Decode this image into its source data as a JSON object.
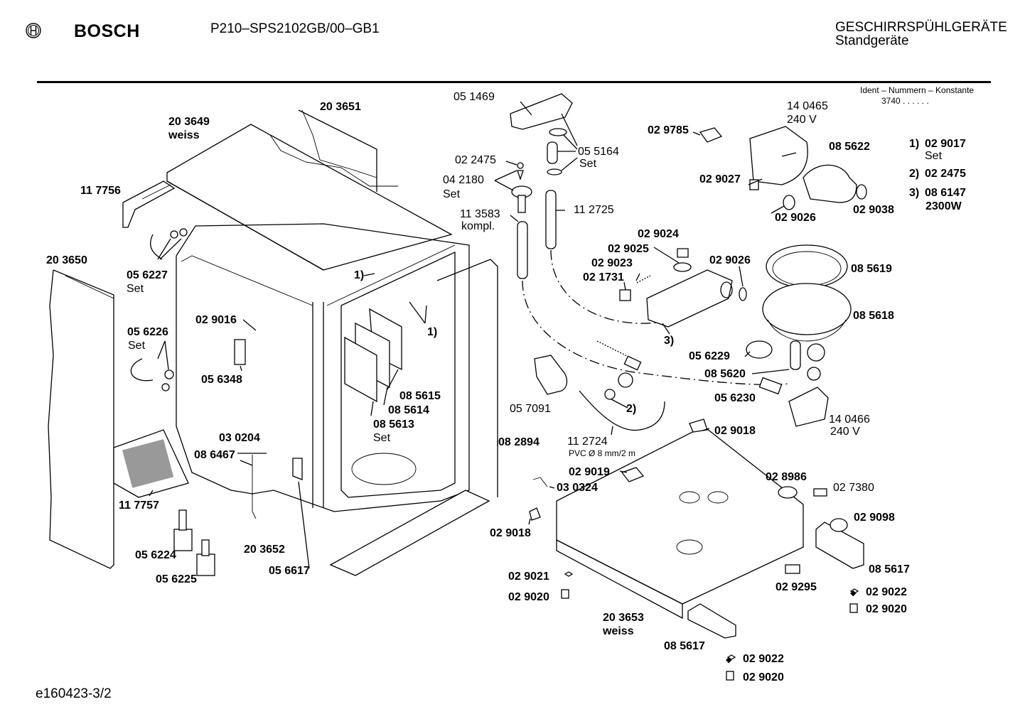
{
  "header": {
    "brand": "BOSCH",
    "model": "P210–SPS2102GB/00–GB1",
    "category": "GESCHIRRSPÜHLGERÄTE",
    "subcategory": "Standgeräte",
    "ident_label": "Ident – Nummern – Konstante",
    "ident_value": "3740 .  .    .  .  .  ."
  },
  "footnotes": [
    {
      "key": "1)",
      "part": "02 9017",
      "note": "Set"
    },
    {
      "key": "2)",
      "part": "02 2475",
      "note": ""
    },
    {
      "key": "3)",
      "part": "08 6147",
      "note": "2300W"
    }
  ],
  "footer": {
    "doc_id": "e160423-3/2"
  },
  "parts": {
    "p203651": {
      "num": "20 3651"
    },
    "p203649": {
      "num": "20 3649",
      "note": "weiss"
    },
    "p117756": {
      "num": "11 7756"
    },
    "p203650": {
      "num": "20 3650"
    },
    "p056227": {
      "num": "05 6227",
      "note": "Set"
    },
    "p056226": {
      "num": "05 6226",
      "note": "Set"
    },
    "p029016": {
      "num": "02 9016"
    },
    "p056348": {
      "num": "05 6348"
    },
    "p030204": {
      "num": "03 0204"
    },
    "p086467": {
      "num": "08 6467"
    },
    "p117757": {
      "num": "11 7757"
    },
    "p056224": {
      "num": "05 6224"
    },
    "p056225": {
      "num": "05 6225"
    },
    "p203652": {
      "num": "20 3652"
    },
    "p056617": {
      "num": "05 6617"
    },
    "ref1a": {
      "num": "1)"
    },
    "ref1b": {
      "num": "1)"
    },
    "p085615": {
      "num": "08 5615"
    },
    "p085614": {
      "num": "08 5614"
    },
    "p085613": {
      "num": "08 5613",
      "note": "Set"
    },
    "p082894": {
      "num": "08 2894"
    },
    "p051469": {
      "num": "05 1469"
    },
    "p055164": {
      "num": "05 5164",
      "note": "Set"
    },
    "p022475": {
      "num": "02 2475"
    },
    "p042180": {
      "num": "04 2180",
      "note": "Set"
    },
    "p113583": {
      "num": "11 3583",
      "note": "kompl."
    },
    "p112725": {
      "num": "11 2725"
    },
    "p029785": {
      "num": "02 9785"
    },
    "p140465": {
      "num": "14 0465",
      "note": "240 V"
    },
    "p085622": {
      "num": "08 5622"
    },
    "p029027": {
      "num": "02 9027"
    },
    "p029026a": {
      "num": "02 9026"
    },
    "p029038": {
      "num": "02 9038"
    },
    "p029024": {
      "num": "02 9024"
    },
    "p029025": {
      "num": "02 9025"
    },
    "p029023": {
      "num": "02 9023"
    },
    "p021731": {
      "num": "02 1731"
    },
    "p029026b": {
      "num": "02 9026"
    },
    "ref3": {
      "num": "3)"
    },
    "p085619": {
      "num": "08 5619"
    },
    "p085618": {
      "num": "08 5618"
    },
    "p056229": {
      "num": "05 6229"
    },
    "p085620": {
      "num": "08 5620"
    },
    "p056230": {
      "num": "05 6230"
    },
    "p140466": {
      "num": "14 0466",
      "note": "240 V"
    },
    "p057091": {
      "num": "05 7091"
    },
    "ref2": {
      "num": "2)"
    },
    "p112724": {
      "num": "11 2724",
      "note": "PVC  Ø 8 mm/2 m"
    },
    "p029018a": {
      "num": "02 9018"
    },
    "p029019": {
      "num": "02 9019"
    },
    "p030324": {
      "num": "03 0324"
    },
    "p029018b": {
      "num": "02 9018"
    },
    "p028986": {
      "num": "02 8986"
    },
    "p027380": {
      "num": "02 7380"
    },
    "p029098": {
      "num": "02 9098"
    },
    "p085617a": {
      "num": "08 5617"
    },
    "p029295": {
      "num": "02 9295"
    },
    "p029022a": {
      "num": "02 9022"
    },
    "p029020a": {
      "num": "02 9020"
    },
    "p029021": {
      "num": "02 9021"
    },
    "p029020b": {
      "num": "02 9020"
    },
    "p203653": {
      "num": "20 3653",
      "note": "weiss"
    },
    "p085617b": {
      "num": "08 5617"
    },
    "p029022b": {
      "num": "02 9022"
    },
    "p029020c": {
      "num": "02 9020"
    }
  }
}
